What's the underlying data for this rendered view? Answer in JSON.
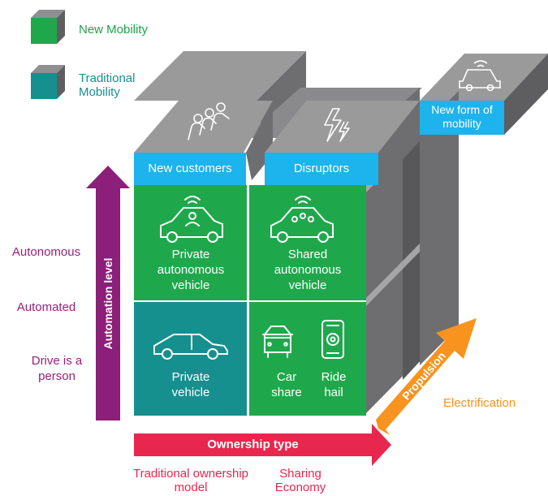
{
  "legend": {
    "new_mobility": "New Mobility",
    "traditional_mobility": "Traditional Mobility"
  },
  "axes": {
    "automation": {
      "title": "Automation level",
      "levels": [
        "Autonomous",
        "Automated",
        "Drive is a person"
      ]
    },
    "ownership": {
      "title": "Ownership type",
      "levels": [
        "Traditional ownership model",
        "Sharing Economy"
      ]
    },
    "propulsion": {
      "title": "Propulsion",
      "levels": [
        "Electrification"
      ]
    }
  },
  "top_labels": {
    "new_customers": "New customers",
    "disruptors": "Disruptors",
    "new_form": "New form of mobility"
  },
  "cells": {
    "private_autonomous": "Private autonomous vehicle",
    "shared_autonomous": "Shared autonomous vehicle",
    "private_vehicle": "Private vehicle",
    "car_share": "Car share",
    "ride_hail": "Ride hail"
  },
  "colors": {
    "green": "#1fa84b",
    "teal": "#15908f",
    "blue": "#1db3ec",
    "grey_top": "#9a9a9a",
    "grey_side": "#6e6e70",
    "grey_dark": "#58585a",
    "purple": "#8c1f7a",
    "pink": "#e8274e",
    "orange": "#f7931e"
  },
  "icons": {
    "people": "people-group-icon",
    "lightning": "lightning-icon",
    "connected_car": "connected-car-icon",
    "car": "car-icon",
    "phone": "smartphone-ride-icon"
  }
}
